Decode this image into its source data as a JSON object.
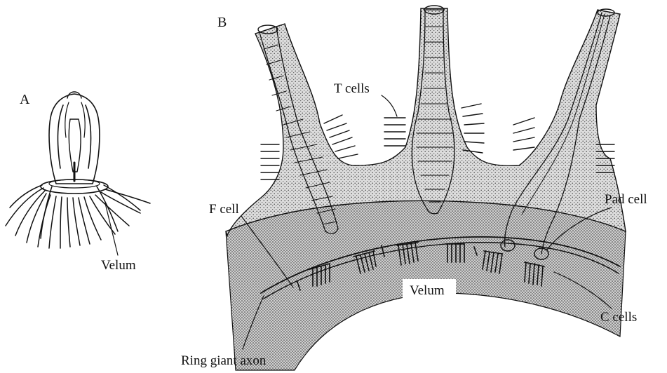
{
  "panels": {
    "a": "A",
    "b": "B"
  },
  "labels": {
    "velum_a": "Velum",
    "t_cells": "T cells",
    "f_cell": "F cell",
    "pad_cell": "Pad cell",
    "velum_b": "Velum",
    "c_cells": "C cells",
    "ring_giant_axon": "Ring giant axon"
  },
  "colors": {
    "ink": "#111111",
    "tissue_stipple": "#c9c9c9",
    "tissue_dark_stipple": "#a9a9a9",
    "background": "#ffffff"
  }
}
